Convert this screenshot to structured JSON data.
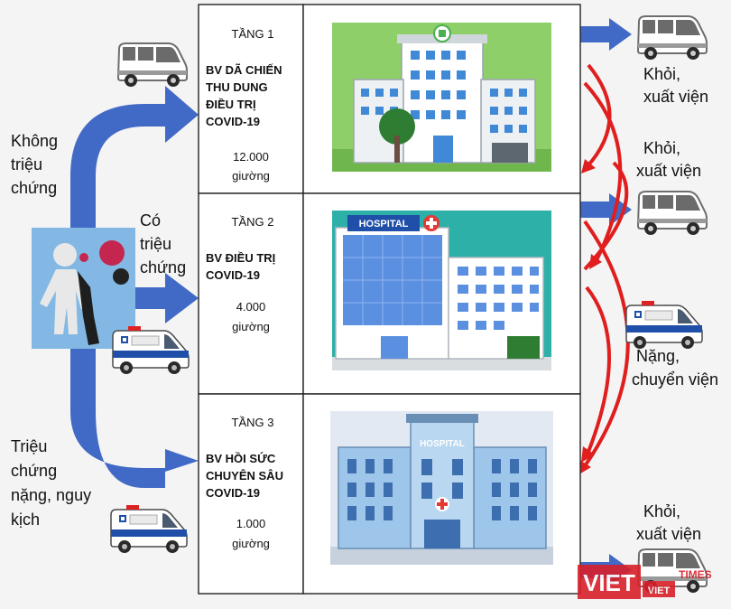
{
  "colors": {
    "blue_arrow": "#4169c6",
    "red_arrow": "#e01e1e",
    "tier_box_border": "#222222",
    "hospital_bg_1": "#8fcf6a",
    "hospital_bg_2": "#2db0a7",
    "hospital_bg_3": "#e3e9f2",
    "watermark_red": "#d8202a"
  },
  "entry_labels": {
    "asymptomatic": [
      "Không",
      "triệu",
      "chứng"
    ],
    "symptomatic": [
      "Có",
      "triệu",
      "chứng"
    ],
    "severe": [
      "Triệu",
      "chứng",
      "nặng, nguy",
      "kịch"
    ]
  },
  "tiers": [
    {
      "level": "TẦNG 1",
      "title_lines": [
        "BV DÃ CHIẾN",
        "THU DUNG",
        "ĐIỀU TRỊ",
        "COVID-19"
      ],
      "beds_value": "12.000",
      "beds_unit": "giường",
      "image_icon": "hospital-green-building-icon"
    },
    {
      "level": "TẦNG 2",
      "title_lines": [
        "BV ĐIỀU TRỊ",
        "COVID-19"
      ],
      "beds_value": "4.000",
      "beds_unit": "giường",
      "image_icon": "hospital-glass-building-icon",
      "sign_text": "HOSPITAL"
    },
    {
      "level": "TẦNG 3",
      "title_lines": [
        "BV HỒI SỨC",
        "CHUYÊN SÂU",
        "COVID-19"
      ],
      "beds_value": "1.000",
      "beds_unit": "giường",
      "image_icon": "hospital-blue-building-icon",
      "sign_text": "HOSPITAL"
    }
  ],
  "outcomes": {
    "tier1_discharge": [
      "Khỏi,",
      "xuất viện"
    ],
    "tier2_discharge": [
      "Khỏi,",
      "xuất viện"
    ],
    "transfer": [
      "Nặng,",
      "chuyển viện"
    ],
    "tier3_discharge": [
      "Khỏi,",
      "xuất viện"
    ]
  },
  "icons": {
    "patient": "virus-patient-icon",
    "van": "van-icon",
    "ambulance": "ambulance-icon"
  },
  "watermark": {
    "brand_main": "VIET",
    "brand_sub": "VIET",
    "brand_side": "TIMES"
  }
}
